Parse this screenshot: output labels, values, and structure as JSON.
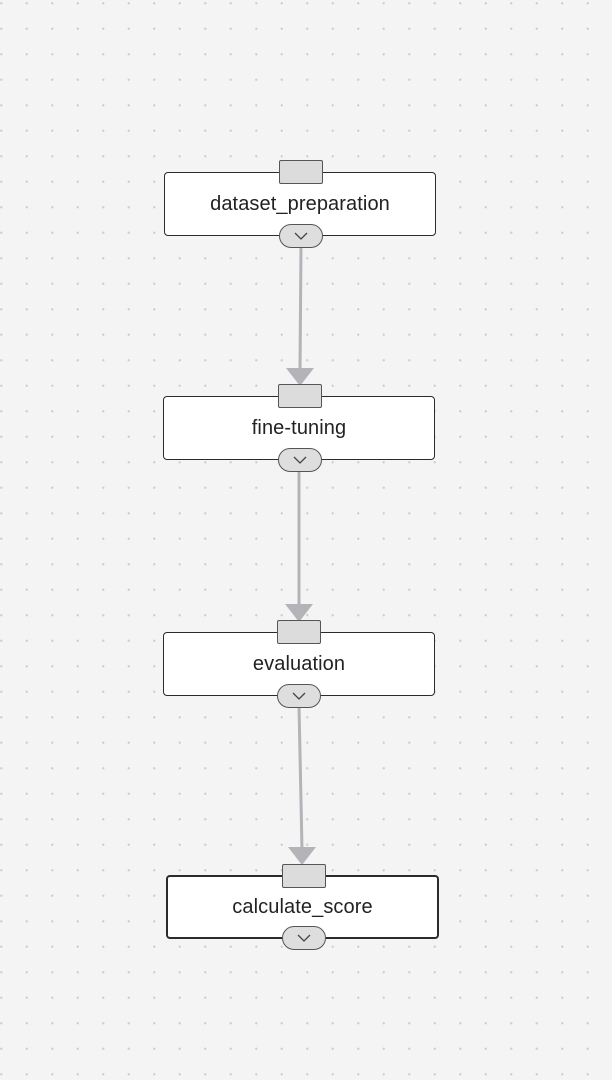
{
  "pipeline": {
    "nodes": [
      {
        "id": "dataset_preparation",
        "label": "dataset_preparation",
        "expand_icon": "chevron-down-icon"
      },
      {
        "id": "fine-tuning",
        "label": "fine-tuning",
        "expand_icon": "chevron-down-icon"
      },
      {
        "id": "evaluation",
        "label": "evaluation",
        "expand_icon": "chevron-down-icon"
      },
      {
        "id": "calculate_score",
        "label": "calculate_score",
        "expand_icon": "chevron-down-icon"
      }
    ],
    "edges": [
      {
        "from": "dataset_preparation",
        "to": "fine-tuning"
      },
      {
        "from": "fine-tuning",
        "to": "evaluation"
      },
      {
        "from": "evaluation",
        "to": "calculate_score"
      }
    ]
  },
  "colors": {
    "canvas_background": "#f4f4f4",
    "grid_dot": "#cfcfcf",
    "node_fill": "#ffffff",
    "node_border": "#2b2b2b",
    "port_fill": "#dcdcdc",
    "edge": "#b3b3b8"
  }
}
